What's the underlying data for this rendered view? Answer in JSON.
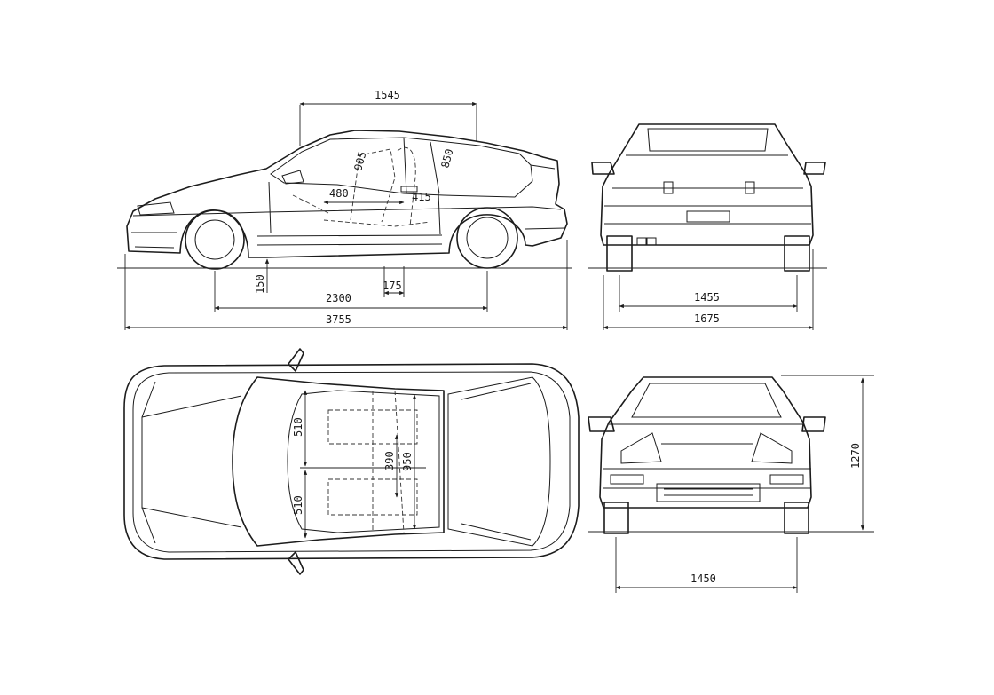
{
  "dimensions": {
    "side_top": "1545",
    "side_seat_diag": "905",
    "side_rear_diag": "850",
    "side_480": "480",
    "side_415": "415",
    "ground_clearance": "150",
    "wheelbase": "2300",
    "side_175": "175",
    "overall_length": "3755",
    "rear_track": "1455",
    "overall_width": "1675",
    "top_510_a": "510",
    "top_510_b": "510",
    "top_390": "390",
    "top_950": "950",
    "height": "1270",
    "front_track": "1450"
  }
}
